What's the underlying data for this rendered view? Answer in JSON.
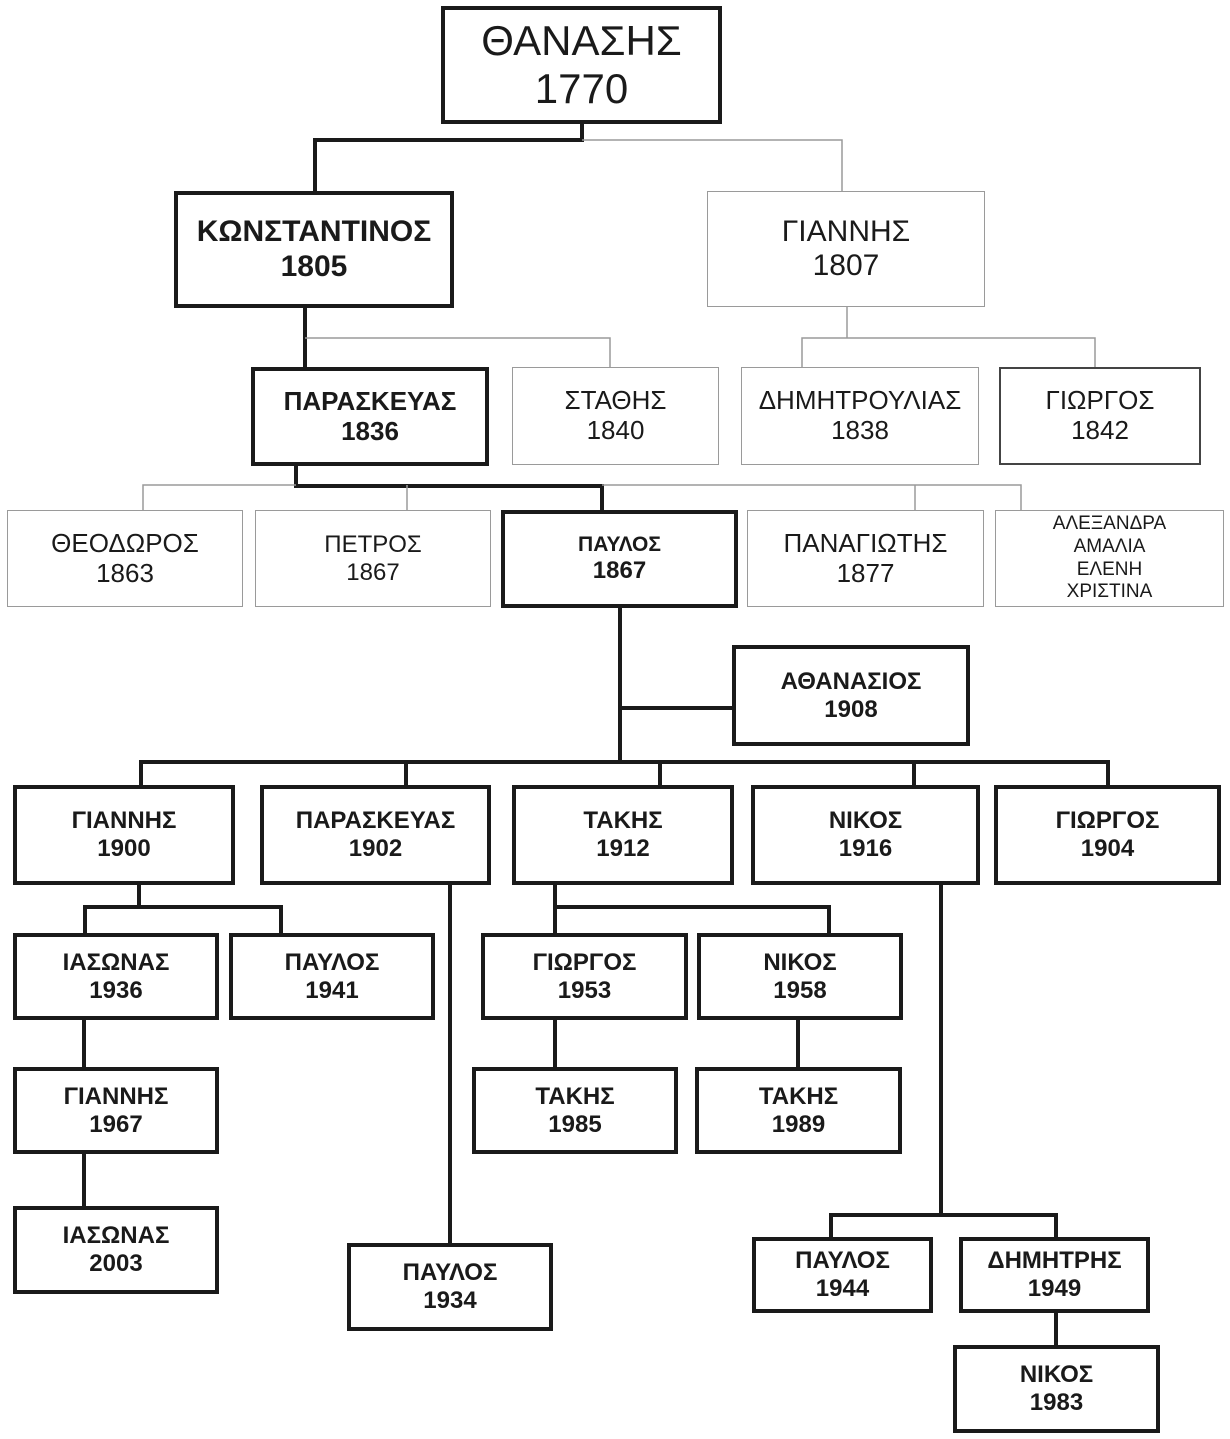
{
  "title": "",
  "people": {
    "thanasis": {
      "name": "ΘΑΝΑΣΗΣ",
      "year": "1770"
    },
    "konstantinos": {
      "name": "ΚΩΝΣΤΑΝΤΙΝΟΣ",
      "year": "1805"
    },
    "giannis1807": {
      "name": "ΓΙΑΝΝΗΣ",
      "year": "1807"
    },
    "paraskevas1836": {
      "name": "ΠΑΡΑΣΚΕΥΑΣ",
      "year": "1836"
    },
    "stathis": {
      "name": "ΣΤΑΘΗΣ",
      "year": "1840"
    },
    "dimitroulias": {
      "name": "ΔΗΜΗΤΡΟΥΛΙΑΣ",
      "year": "1838"
    },
    "giorgos1842": {
      "name": "ΓΙΩΡΓΟΣ",
      "year": "1842"
    },
    "theodoros": {
      "name": "ΘΕΟΔΩΡΟΣ",
      "year": "1863"
    },
    "petros": {
      "name": "ΠΕΤΡΟΣ",
      "year": "1867"
    },
    "pavlos1867": {
      "name": "ΠΑΥΛΟΣ",
      "year": "1867"
    },
    "panagiotis": {
      "name": "ΠΑΝΑΓΙΩΤΗΣ",
      "year": "1877"
    },
    "sisters": {
      "names": [
        "ΑΛΕΞΑΝΔΡΑ",
        "ΑΜΑΛΙΑ",
        "ΕΛΕΝΗ",
        "ΧΡΙΣΤΙΝΑ"
      ]
    },
    "athanasios": {
      "name": "ΑΘΑΝΑΣΙΟΣ",
      "year": "1908"
    },
    "giannis1900": {
      "name": "ΓΙΑΝΝΗΣ",
      "year": "1900"
    },
    "paraskevas1902": {
      "name": "ΠΑΡΑΣΚΕΥΑΣ",
      "year": "1902"
    },
    "takis1912": {
      "name": "ΤΑΚΗΣ",
      "year": "1912"
    },
    "nikos1916": {
      "name": "ΝΙΚΟΣ",
      "year": "1916"
    },
    "giorgos1904": {
      "name": "ΓΙΩΡΓΟΣ",
      "year": "1904"
    },
    "iasonas1936": {
      "name": "ΙΑΣΩΝΑΣ",
      "year": "1936"
    },
    "pavlos1941": {
      "name": "ΠΑΥΛΟΣ",
      "year": "1941"
    },
    "giorgos1953": {
      "name": "ΓΙΩΡΓΟΣ",
      "year": "1953"
    },
    "nikos1958": {
      "name": "ΝΙΚΟΣ",
      "year": "1958"
    },
    "giannis1967": {
      "name": "ΓΙΑΝΝΗΣ",
      "year": "1967"
    },
    "takis1985": {
      "name": "ΤΑΚΗΣ",
      "year": "1985"
    },
    "takis1989": {
      "name": "ΤΑΚΗΣ",
      "year": "1989"
    },
    "iasonas2003": {
      "name": "ΙΑΣΩΝΑΣ",
      "year": "2003"
    },
    "pavlos1934": {
      "name": "ΠΑΥΛΟΣ",
      "year": "1934"
    },
    "pavlos1944": {
      "name": "ΠΑΥΛΟΣ",
      "year": "1944"
    },
    "dimitris1949": {
      "name": "ΔΗΜΗΤΡΗΣ",
      "year": "1949"
    },
    "nikos1983": {
      "name": "ΝΙΚΟΣ",
      "year": "1983"
    }
  },
  "relations": [
    {
      "parent": "thanasis",
      "children": [
        "konstantinos",
        "giannis1807"
      ]
    },
    {
      "parent": "konstantinos",
      "children": [
        "paraskevas1836",
        "stathis"
      ]
    },
    {
      "parent": "giannis1807",
      "children": [
        "dimitroulias",
        "giorgos1842"
      ]
    },
    {
      "parent": "paraskevas1836",
      "children": [
        "theodoros",
        "petros",
        "pavlos1867",
        "panagiotis",
        "sisters"
      ]
    },
    {
      "parent": "pavlos1867",
      "children": [
        "athanasios",
        "giannis1900",
        "paraskevas1902",
        "takis1912",
        "nikos1916",
        "giorgos1904"
      ]
    },
    {
      "parent": "giannis1900",
      "children": [
        "iasonas1936",
        "pavlos1941"
      ]
    },
    {
      "parent": "iasonas1936",
      "children": [
        "giannis1967"
      ]
    },
    {
      "parent": "giannis1967",
      "children": [
        "iasonas2003"
      ]
    },
    {
      "parent": "paraskevas1902",
      "children": [
        "pavlos1934"
      ]
    },
    {
      "parent": "takis1912",
      "children": [
        "giorgos1953",
        "nikos1958"
      ]
    },
    {
      "parent": "giorgos1953",
      "children": [
        "takis1985"
      ]
    },
    {
      "parent": "nikos1958",
      "children": [
        "takis1989"
      ]
    },
    {
      "parent": "nikos1916",
      "children": [
        "pavlos1944",
        "dimitris1949"
      ]
    },
    {
      "parent": "dimitris1949",
      "children": [
        "nikos1983"
      ]
    }
  ],
  "colors": {
    "main_line": "#1a1a1a",
    "side_line": "#9a9a9a",
    "text": "#1a1a1a"
  }
}
